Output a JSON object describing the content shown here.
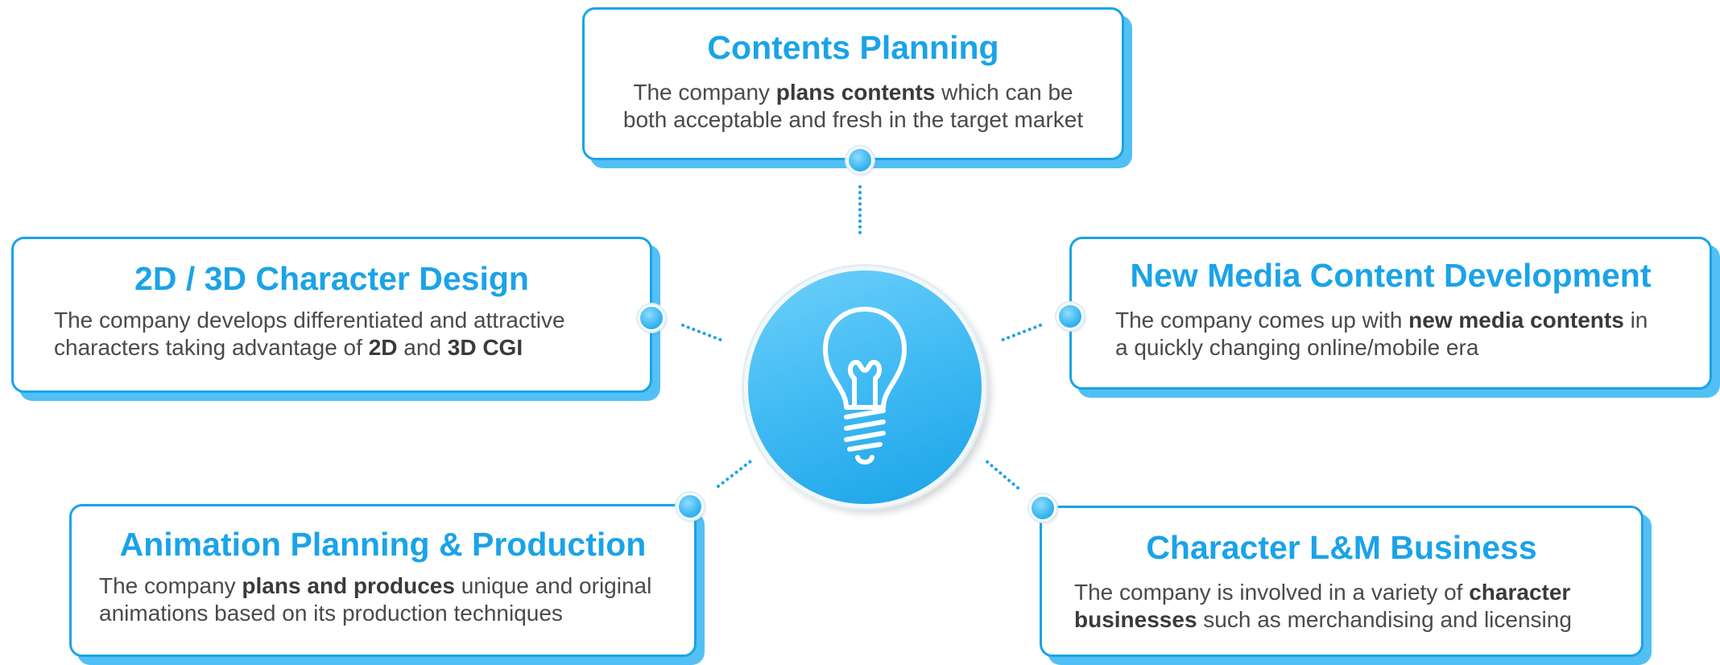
{
  "nodes": [
    {
      "id": "top",
      "title": "Contents Planning",
      "lines": [
        [
          {
            "t": "The company "
          },
          {
            "t": "plans contents",
            "b": true
          },
          {
            "t": " which can be"
          }
        ],
        [
          {
            "t": "both acceptable and fresh in the target market"
          }
        ]
      ]
    },
    {
      "id": "left",
      "title": "2D / 3D Character Design",
      "lines": [
        [
          {
            "t": "The company develops differentiated and attractive"
          }
        ],
        [
          {
            "t": "characters taking advantage of "
          },
          {
            "t": "2D",
            "b": true
          },
          {
            "t": " and "
          },
          {
            "t": "3D CGI",
            "b": true
          }
        ]
      ]
    },
    {
      "id": "right",
      "title": "New Media Content Development",
      "lines": [
        [
          {
            "t": "The company comes up with "
          },
          {
            "t": "new media contents",
            "b": true
          },
          {
            "t": " in"
          }
        ],
        [
          {
            "t": "a quickly changing online/mobile era"
          }
        ]
      ]
    },
    {
      "id": "bl",
      "title": "Animation Planning & Production",
      "lines": [
        [
          {
            "t": "The company "
          },
          {
            "t": "plans and produces",
            "b": true
          },
          {
            "t": " unique and original"
          }
        ],
        [
          {
            "t": "animations based on its production techniques"
          }
        ]
      ]
    },
    {
      "id": "br",
      "title": "Character L&M Business",
      "lines": [
        [
          {
            "t": "The company is involved in a variety of "
          },
          {
            "t": "character",
            "b": true
          }
        ],
        [
          {
            "t": "businesses",
            "b": true
          },
          {
            "t": " such as merchandising and licensing"
          }
        ]
      ]
    }
  ],
  "hub_icon": "light-bulb-icon",
  "colors": {
    "accent": "#1aa3e8",
    "shadow": "#52c0f5",
    "body_text": "#4a4a4a"
  }
}
